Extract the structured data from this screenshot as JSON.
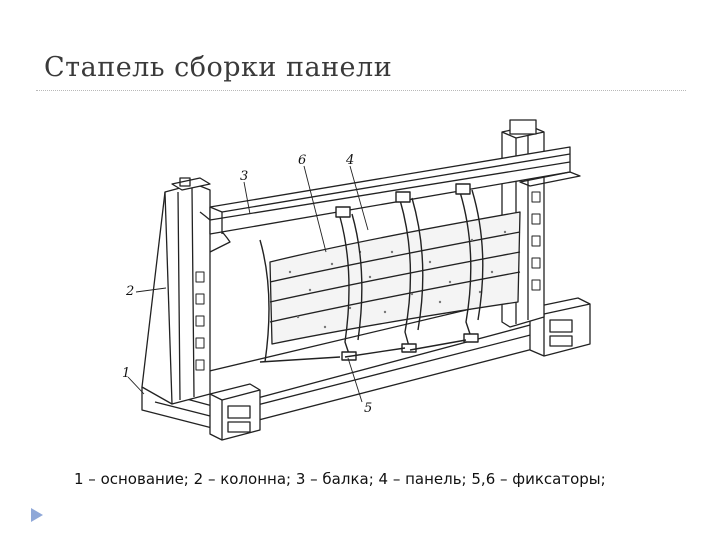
{
  "slide": {
    "title": "Стапель сборки панели",
    "caption": "1 – основание; 2 – колонна; 3 – балка; 4 – панель; 5,6 – фиксаторы;"
  },
  "figure": {
    "callouts": {
      "c1": "1",
      "c2": "2",
      "c3": "3",
      "c4": "4",
      "c5": "5",
      "c6": "6"
    }
  },
  "icons": {
    "bullet": "triangle-arrow-icon"
  },
  "colors": {
    "accent": "#8fa8d8",
    "line": "#222222"
  }
}
